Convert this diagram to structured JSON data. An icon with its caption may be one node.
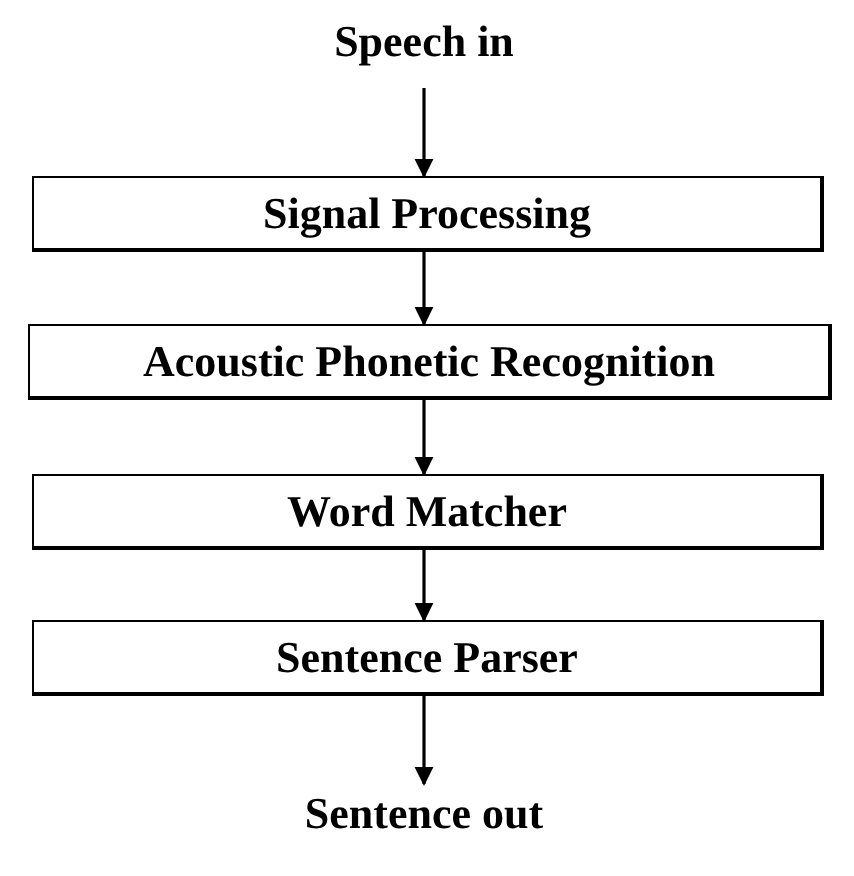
{
  "diagram": {
    "nodes": [
      {
        "text": [
          "Speech in"
        ]
      },
      {
        "text": [
          "Signal Processing"
        ]
      },
      {
        "text": [
          "Acoustic Phonetic Recognition"
        ]
      },
      {
        "text": [
          "Word Matcher"
        ]
      },
      {
        "text": [
          "Sentence Parser"
        ]
      },
      {
        "text": [
          "Sentence out"
        ]
      }
    ],
    "edges": [
      {
        "from": 0,
        "to": 1,
        "arrow": "to"
      },
      {
        "from": 1,
        "to": 2,
        "arrow": "to"
      },
      {
        "from": 2,
        "to": 3,
        "arrow": "to"
      },
      {
        "from": 3,
        "to": 4,
        "arrow": "to"
      },
      {
        "from": 4,
        "to": 5,
        "arrow": "to"
      }
    ]
  }
}
